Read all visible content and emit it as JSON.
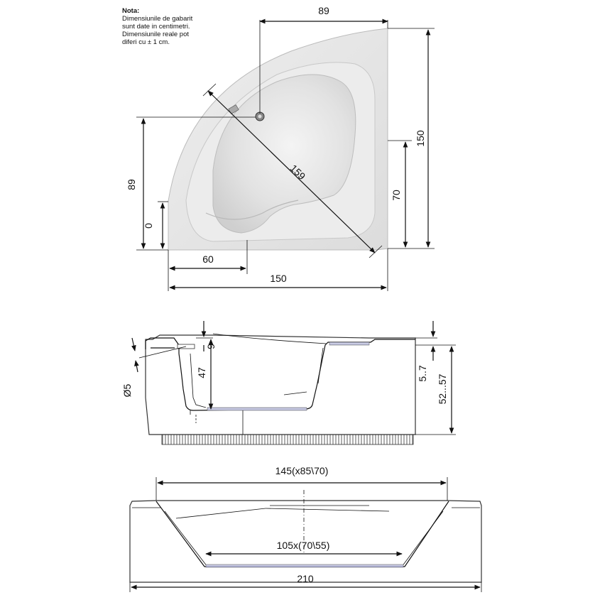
{
  "note": {
    "title": "Nota:",
    "lines": [
      "Dimensiunile de gabarit",
      "sunt date in centimetri.",
      "Dimensiunile reale pot",
      "diferi cu ± 1 cm."
    ]
  },
  "top_view": {
    "dims": {
      "top_width": "89",
      "right_height": "150",
      "right_inner": "70",
      "left_height": "89",
      "left_small": "0",
      "diagonal": "159",
      "bottom_short": "60",
      "bottom_width": "150"
    }
  },
  "side_view": {
    "dims": {
      "rim_height": "9",
      "depth": "47",
      "drain": "Ø5",
      "rim_adjust": "5..7",
      "total_height": "52...57"
    }
  },
  "section_view": {
    "dims": {
      "top_length": "145(x85\\70)",
      "bottom_length": "105x(70\\55)",
      "total_length": "210"
    }
  }
}
